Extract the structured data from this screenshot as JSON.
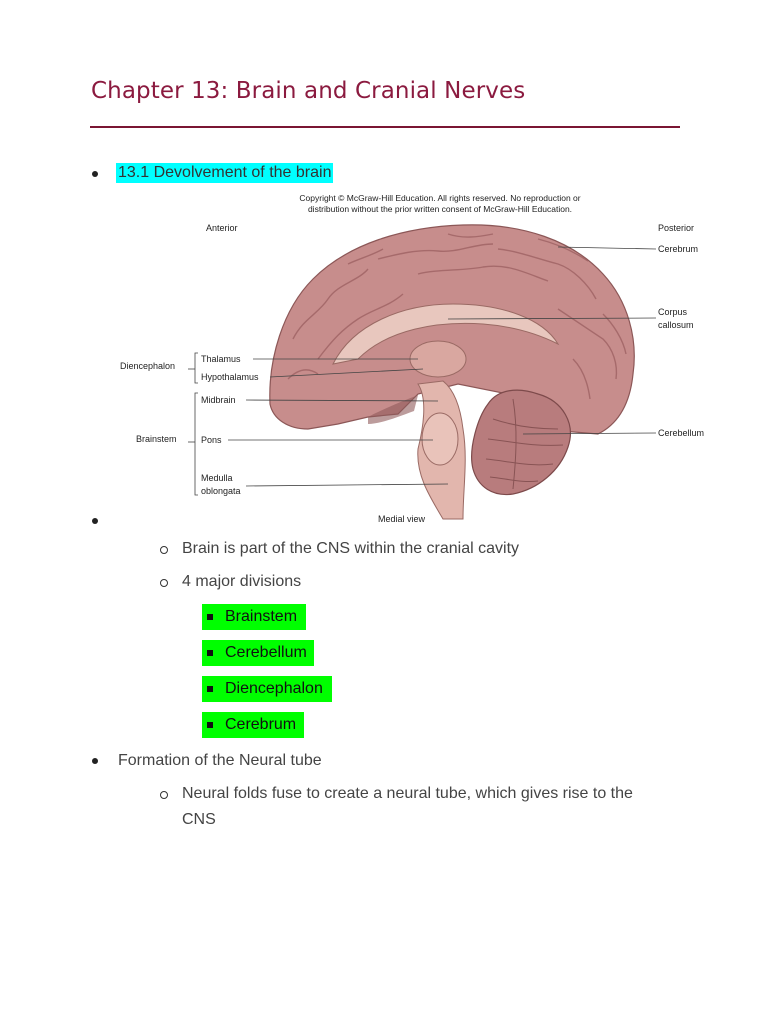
{
  "title": "Chapter 13: Brain and Cranial Nerves",
  "section": "13.1 Devolvement of the brain",
  "figure": {
    "copyright_line1": "Copyright © McGraw-Hill Education. All rights reserved. No reproduction or",
    "copyright_line2": "distribution without the prior written consent of McGraw-Hill Education.",
    "anterior": "Anterior",
    "posterior": "Posterior",
    "cerebrum": "Cerebrum",
    "corpus1": "Corpus",
    "corpus2": "callosum",
    "diencephalon": "Diencephalon",
    "thalamus": "Thalamus",
    "hypothalamus": "Hypothalamus",
    "midbrain": "Midbrain",
    "brainstem": "Brainstem",
    "pons": "Pons",
    "cerebellum": "Cerebellum",
    "medulla1": "Medulla",
    "medulla2": "oblongata",
    "medial_view": "Medial view"
  },
  "items": {
    "cns": "Brain is part of the CNS within the cranial cavity",
    "divisions": "4 major divisions",
    "div_list": [
      "Brainstem",
      "Cerebellum",
      "Diencephalon",
      "Cerebrum"
    ],
    "neural_tube": "Formation of the Neural tube",
    "folds_line1": "Neural folds fuse to create a neural tube, which gives rise to the",
    "folds_line2": "CNS"
  },
  "colors": {
    "title": "#8b1a3f",
    "rule": "#7a1533",
    "highlight_cyan": "#00ffff",
    "highlight_green": "#00ff00"
  }
}
